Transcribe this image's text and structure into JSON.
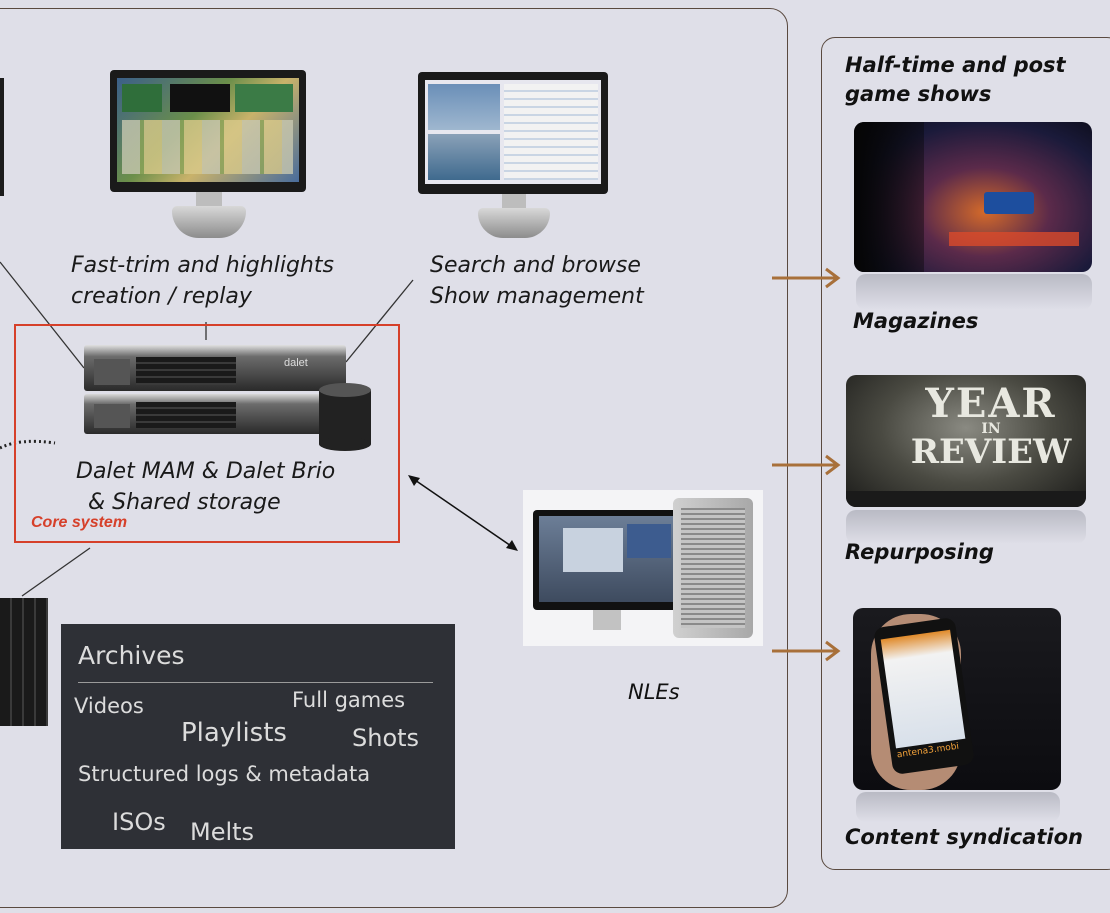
{
  "monitors": {
    "left_caption": [
      "Fast-trim and highlights",
      "creation / replay"
    ],
    "right_caption": [
      "Search and browse",
      "Show management"
    ]
  },
  "core": {
    "caption": [
      "Dalet MAM & Dalet Brio",
      "& Shared storage"
    ],
    "label": "Core system",
    "server_brand": "dalet"
  },
  "nle": {
    "label": "NLEs"
  },
  "archives": {
    "title": "Archives",
    "items": {
      "videos": "Videos",
      "full_games": "Full games",
      "playlists": "Playlists",
      "shots": "Shots",
      "logs": "Structured logs & metadata",
      "isos": "ISOs",
      "melts": "Melts"
    }
  },
  "outputs": {
    "heading": [
      "Half-time and post",
      "game shows"
    ],
    "magazines": "Magazines",
    "repurposing": "Repurposing",
    "syndication": "Content syndication",
    "year_review_text": [
      "YEAR",
      "IN",
      "REVIEW"
    ],
    "phone_site": "antena3.mobi"
  },
  "colors": {
    "background": "#dfdfe8",
    "frame": "#5a4a40",
    "core_border": "#d6402a",
    "arrow": "#a8703a",
    "archive_panel": "#2e3036"
  }
}
